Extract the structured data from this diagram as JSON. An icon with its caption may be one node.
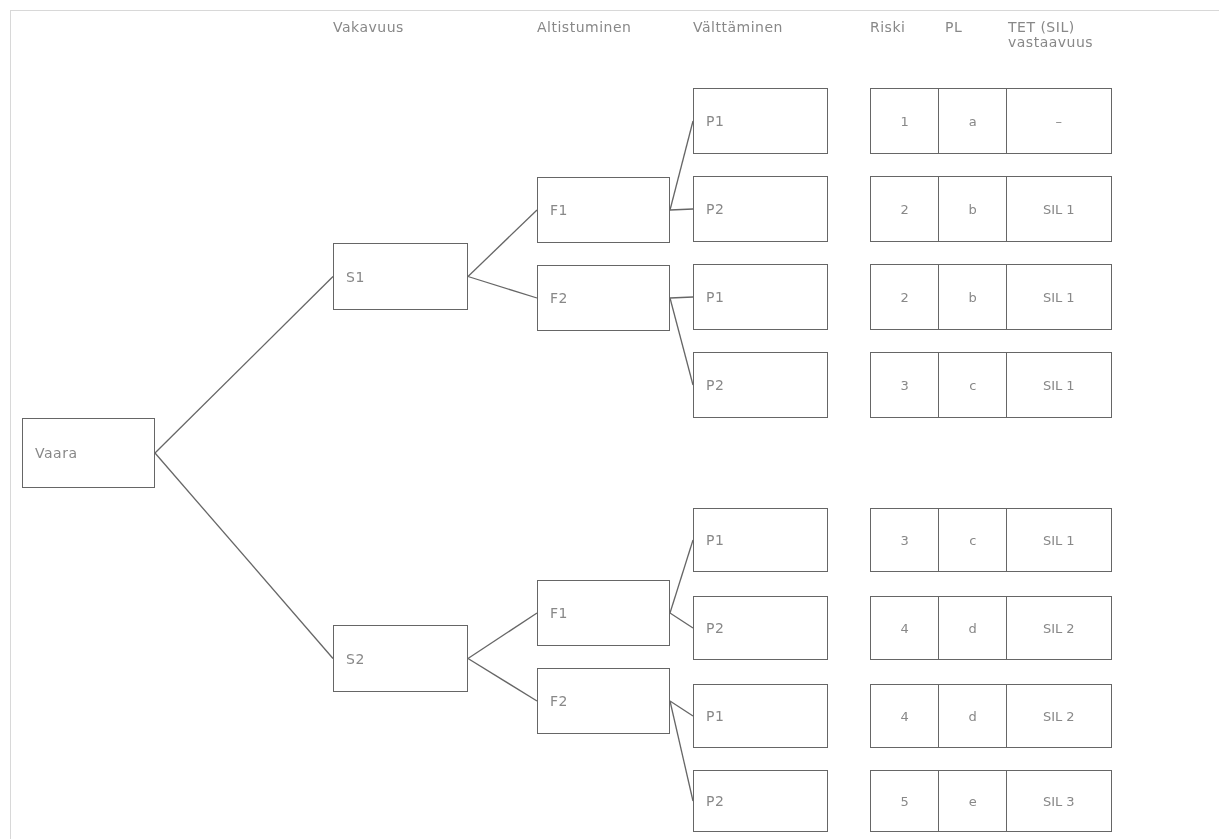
{
  "diagram": {
    "nodes": [
      {
        "text": [
          "Vaara"
        ]
      },
      {
        "text": [
          "S1"
        ]
      },
      {
        "text": [
          "F1"
        ]
      },
      {
        "text": [
          "F2"
        ]
      },
      {
        "text": [
          "P1"
        ]
      },
      {
        "text": [
          "P2"
        ]
      },
      {
        "text": [
          "P1"
        ]
      },
      {
        "text": [
          "P2"
        ]
      },
      {
        "text": [
          "S2"
        ]
      },
      {
        "text": [
          "F1"
        ]
      },
      {
        "text": [
          "F2"
        ]
      },
      {
        "text": [
          "P1"
        ]
      },
      {
        "text": [
          "P2"
        ]
      },
      {
        "text": [
          "P1"
        ]
      },
      {
        "text": [
          "P2"
        ]
      }
    ],
    "edges": [
      {
        "from": 0,
        "to": 1,
        "arrow": "none"
      },
      {
        "from": 1,
        "to": 2,
        "arrow": "none"
      },
      {
        "from": 1,
        "to": 3,
        "arrow": "none"
      },
      {
        "from": 2,
        "to": 4,
        "arrow": "none"
      },
      {
        "from": 2,
        "to": 5,
        "arrow": "none"
      },
      {
        "from": 3,
        "to": 6,
        "arrow": "none"
      },
      {
        "from": 3,
        "to": 7,
        "arrow": "none"
      },
      {
        "from": 0,
        "to": 8,
        "arrow": "none"
      },
      {
        "from": 8,
        "to": 9,
        "arrow": "none"
      },
      {
        "from": 8,
        "to": 10,
        "arrow": "none"
      },
      {
        "from": 9,
        "to": 11,
        "arrow": "none"
      },
      {
        "from": 9,
        "to": 12,
        "arrow": "none"
      },
      {
        "from": 10,
        "to": 13,
        "arrow": "none"
      },
      {
        "from": 10,
        "to": 14,
        "arrow": "none"
      }
    ],
    "labels": [
      "Vakavuus",
      "Altistuminen",
      "Välttäminen",
      "Riski",
      "PL",
      "TET (SIL) vastaavuus",
      "1",
      "a",
      "–",
      "2",
      "b",
      "SIL 1",
      "2",
      "b",
      "SIL 1",
      "3",
      "c",
      "SIL 1",
      "3",
      "c",
      "SIL 1",
      "4",
      "d",
      "SIL 2",
      "4",
      "d",
      "SIL 2",
      "5",
      "e",
      "SIL 3"
    ]
  }
}
